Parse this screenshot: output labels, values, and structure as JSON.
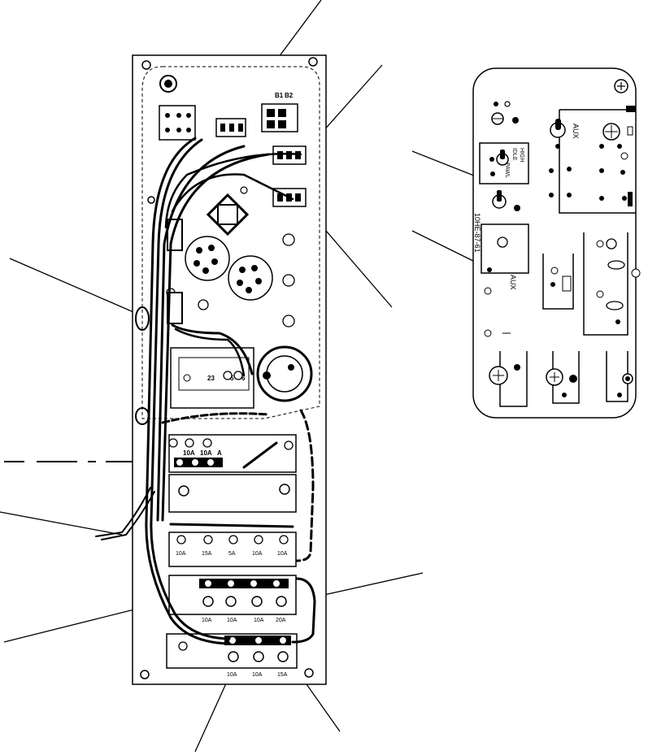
{
  "panel_left": {
    "top_labels": [
      "B1",
      "B2"
    ],
    "fuse_row1": [
      "10A",
      "10A",
      "A"
    ],
    "fuse_row2": [
      "10A",
      "15A",
      "5A",
      "10A",
      "10A"
    ],
    "fuse_row3": [
      "10A",
      "10A",
      "10A",
      "20A"
    ],
    "fuse_row4": [
      "10A",
      "10A",
      "15A"
    ],
    "terminal_row": [
      "23",
      "5",
      "6"
    ]
  },
  "panel_right": {
    "aux_top": "AUX",
    "aux_side": "AUX",
    "switch_labels": [
      "HIGH",
      "IDLE",
      "PAWL"
    ],
    "vertical_code": "10HE-87-61"
  }
}
